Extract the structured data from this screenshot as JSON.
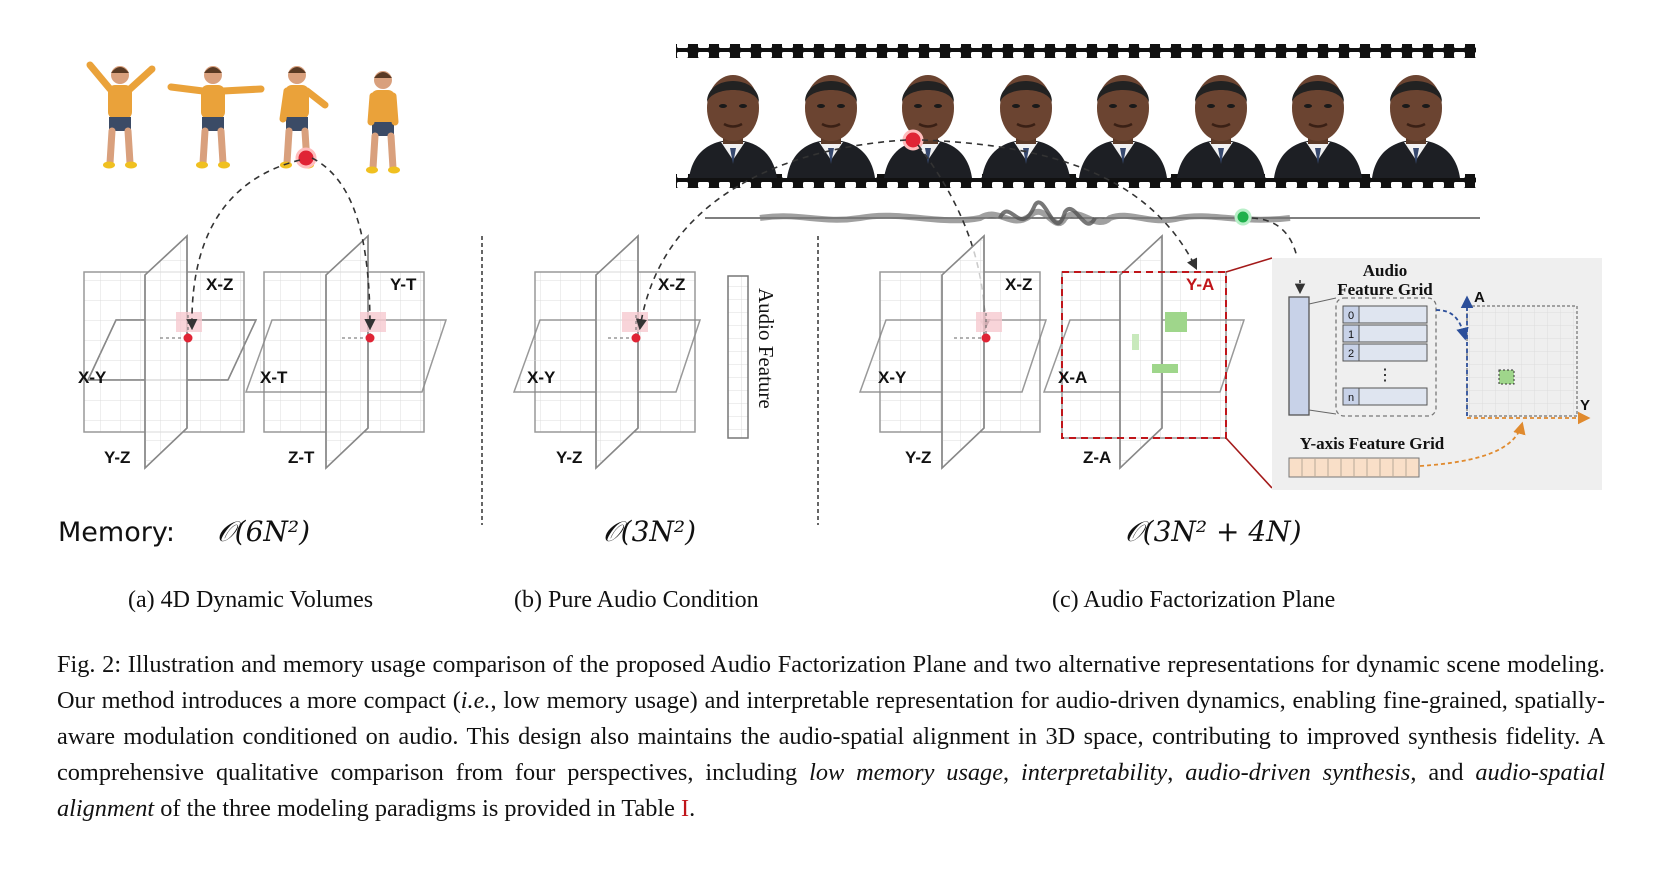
{
  "panels": {
    "a": {
      "memory_label": "Memory:",
      "memory_formula": "𝒪(6N²)",
      "caption": "(a) 4D Dynamic Volumes",
      "planes": [
        "X-Z",
        "X-Y",
        "Y-Z",
        "Y-T",
        "X-T",
        "Z-T"
      ]
    },
    "b": {
      "memory_formula": "𝒪(3N²)",
      "caption": "(b) Pure Audio Condition",
      "planes": [
        "X-Z",
        "X-Y",
        "Y-Z"
      ],
      "audio_feature_label": "Audio Feature"
    },
    "c": {
      "memory_formula": "𝒪(3N² + 4N)",
      "caption": "(c) Audio Factorization Plane",
      "planes": [
        "X-Z",
        "X-Y",
        "Y-Z",
        "Y-A",
        "X-A",
        "Z-A"
      ],
      "audio_grid_title_1": "Audio",
      "audio_grid_title_2": "Feature Grid",
      "grid_rows": [
        "0",
        "1",
        "2",
        "n"
      ],
      "grid_ellipsis": "⋮",
      "axis_a": "A",
      "axis_y": "Y",
      "y_axis_grid_label": "Y-axis Feature Grid"
    }
  },
  "figure_caption": {
    "p1": "Fig. 2: Illustration and memory usage comparison of the proposed Audio Factorization Plane and two alternative representations for dynamic scene modeling. Our method introduces a more compact (",
    "ie": "i.e.",
    "p2": ", low memory usage) and interpretable representation for audio-driven dynamics, enabling fine-grained, spatially-aware modulation conditioned on audio. This design also maintains the audio-spatial alignment in 3D space, contributing to improved synthesis fidelity. A comprehensive qualitative comparison from four perspectives, including ",
    "t1": "low memory usage",
    "s1": ", ",
    "t2": "interpretability",
    "s2": ", ",
    "t3": "audio-driven synthesis",
    "s3": ", and ",
    "t4": "audio-spatial alignment",
    "p3": " of the three modeling paradigms is provided in Table ",
    "ref": "I",
    "p4": "."
  },
  "colors": {
    "accent_red": "#c0151a",
    "dot_red": "#e02435",
    "dot_green": "#1fb04b",
    "dash_blue": "#2c4f9a",
    "dash_orange": "#e08a2e"
  }
}
